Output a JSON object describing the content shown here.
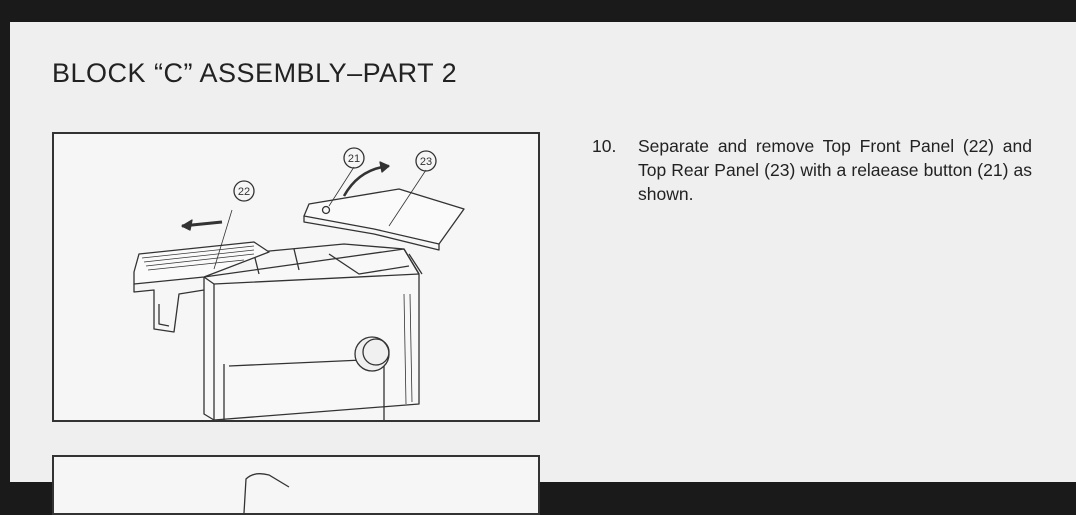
{
  "document": {
    "title": "BLOCK “C” ASSEMBLY–PART 2",
    "steps": [
      {
        "number": "10.",
        "text": "Separate and remove Top Front Panel (22) and Top Rear Panel (23) with a relaease button (21) as shown."
      }
    ]
  },
  "figure1": {
    "callouts": [
      "21",
      "22",
      "23"
    ]
  }
}
